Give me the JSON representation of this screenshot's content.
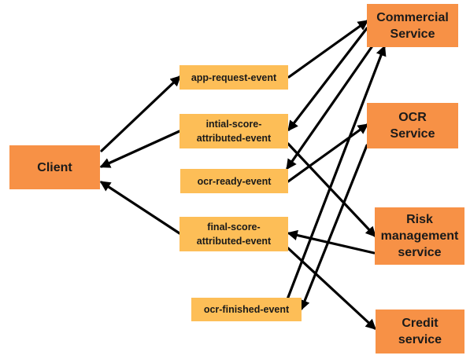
{
  "services": {
    "client": "Client",
    "commercial": "Commercial\nService",
    "ocr": "OCR\nService",
    "risk": "Risk\nmanagement\nservice",
    "credit": "Credit\nservice"
  },
  "events": {
    "app_request": "app-request-event",
    "intial_score": "intial-score-\nattributed-event",
    "ocr_ready": "ocr-ready-event",
    "final_score": "final-score-\nattributed-event",
    "ocr_finished": "ocr-finished-event"
  },
  "colors": {
    "service": "#f79146",
    "event": "#fdbe57",
    "arrow": "#000000"
  },
  "connections": [
    {
      "from": "client",
      "to": "app-request-event"
    },
    {
      "from": "app-request-event",
      "to": "commercial-service"
    },
    {
      "from": "commercial-service",
      "to": "intial-score-attributed-event"
    },
    {
      "from": "intial-score-attributed-event",
      "to": "client"
    },
    {
      "from": "intial-score-attributed-event",
      "to": "risk-management-service"
    },
    {
      "from": "commercial-service",
      "to": "ocr-ready-event"
    },
    {
      "from": "ocr-ready-event",
      "to": "ocr-service"
    },
    {
      "from": "risk-management-service",
      "to": "final-score-attributed-event"
    },
    {
      "from": "final-score-attributed-event",
      "to": "client"
    },
    {
      "from": "final-score-attributed-event",
      "to": "credit-service"
    },
    {
      "from": "ocr-service",
      "to": "ocr-finished-event"
    },
    {
      "from": "ocr-finished-event",
      "to": "commercial-service"
    }
  ]
}
